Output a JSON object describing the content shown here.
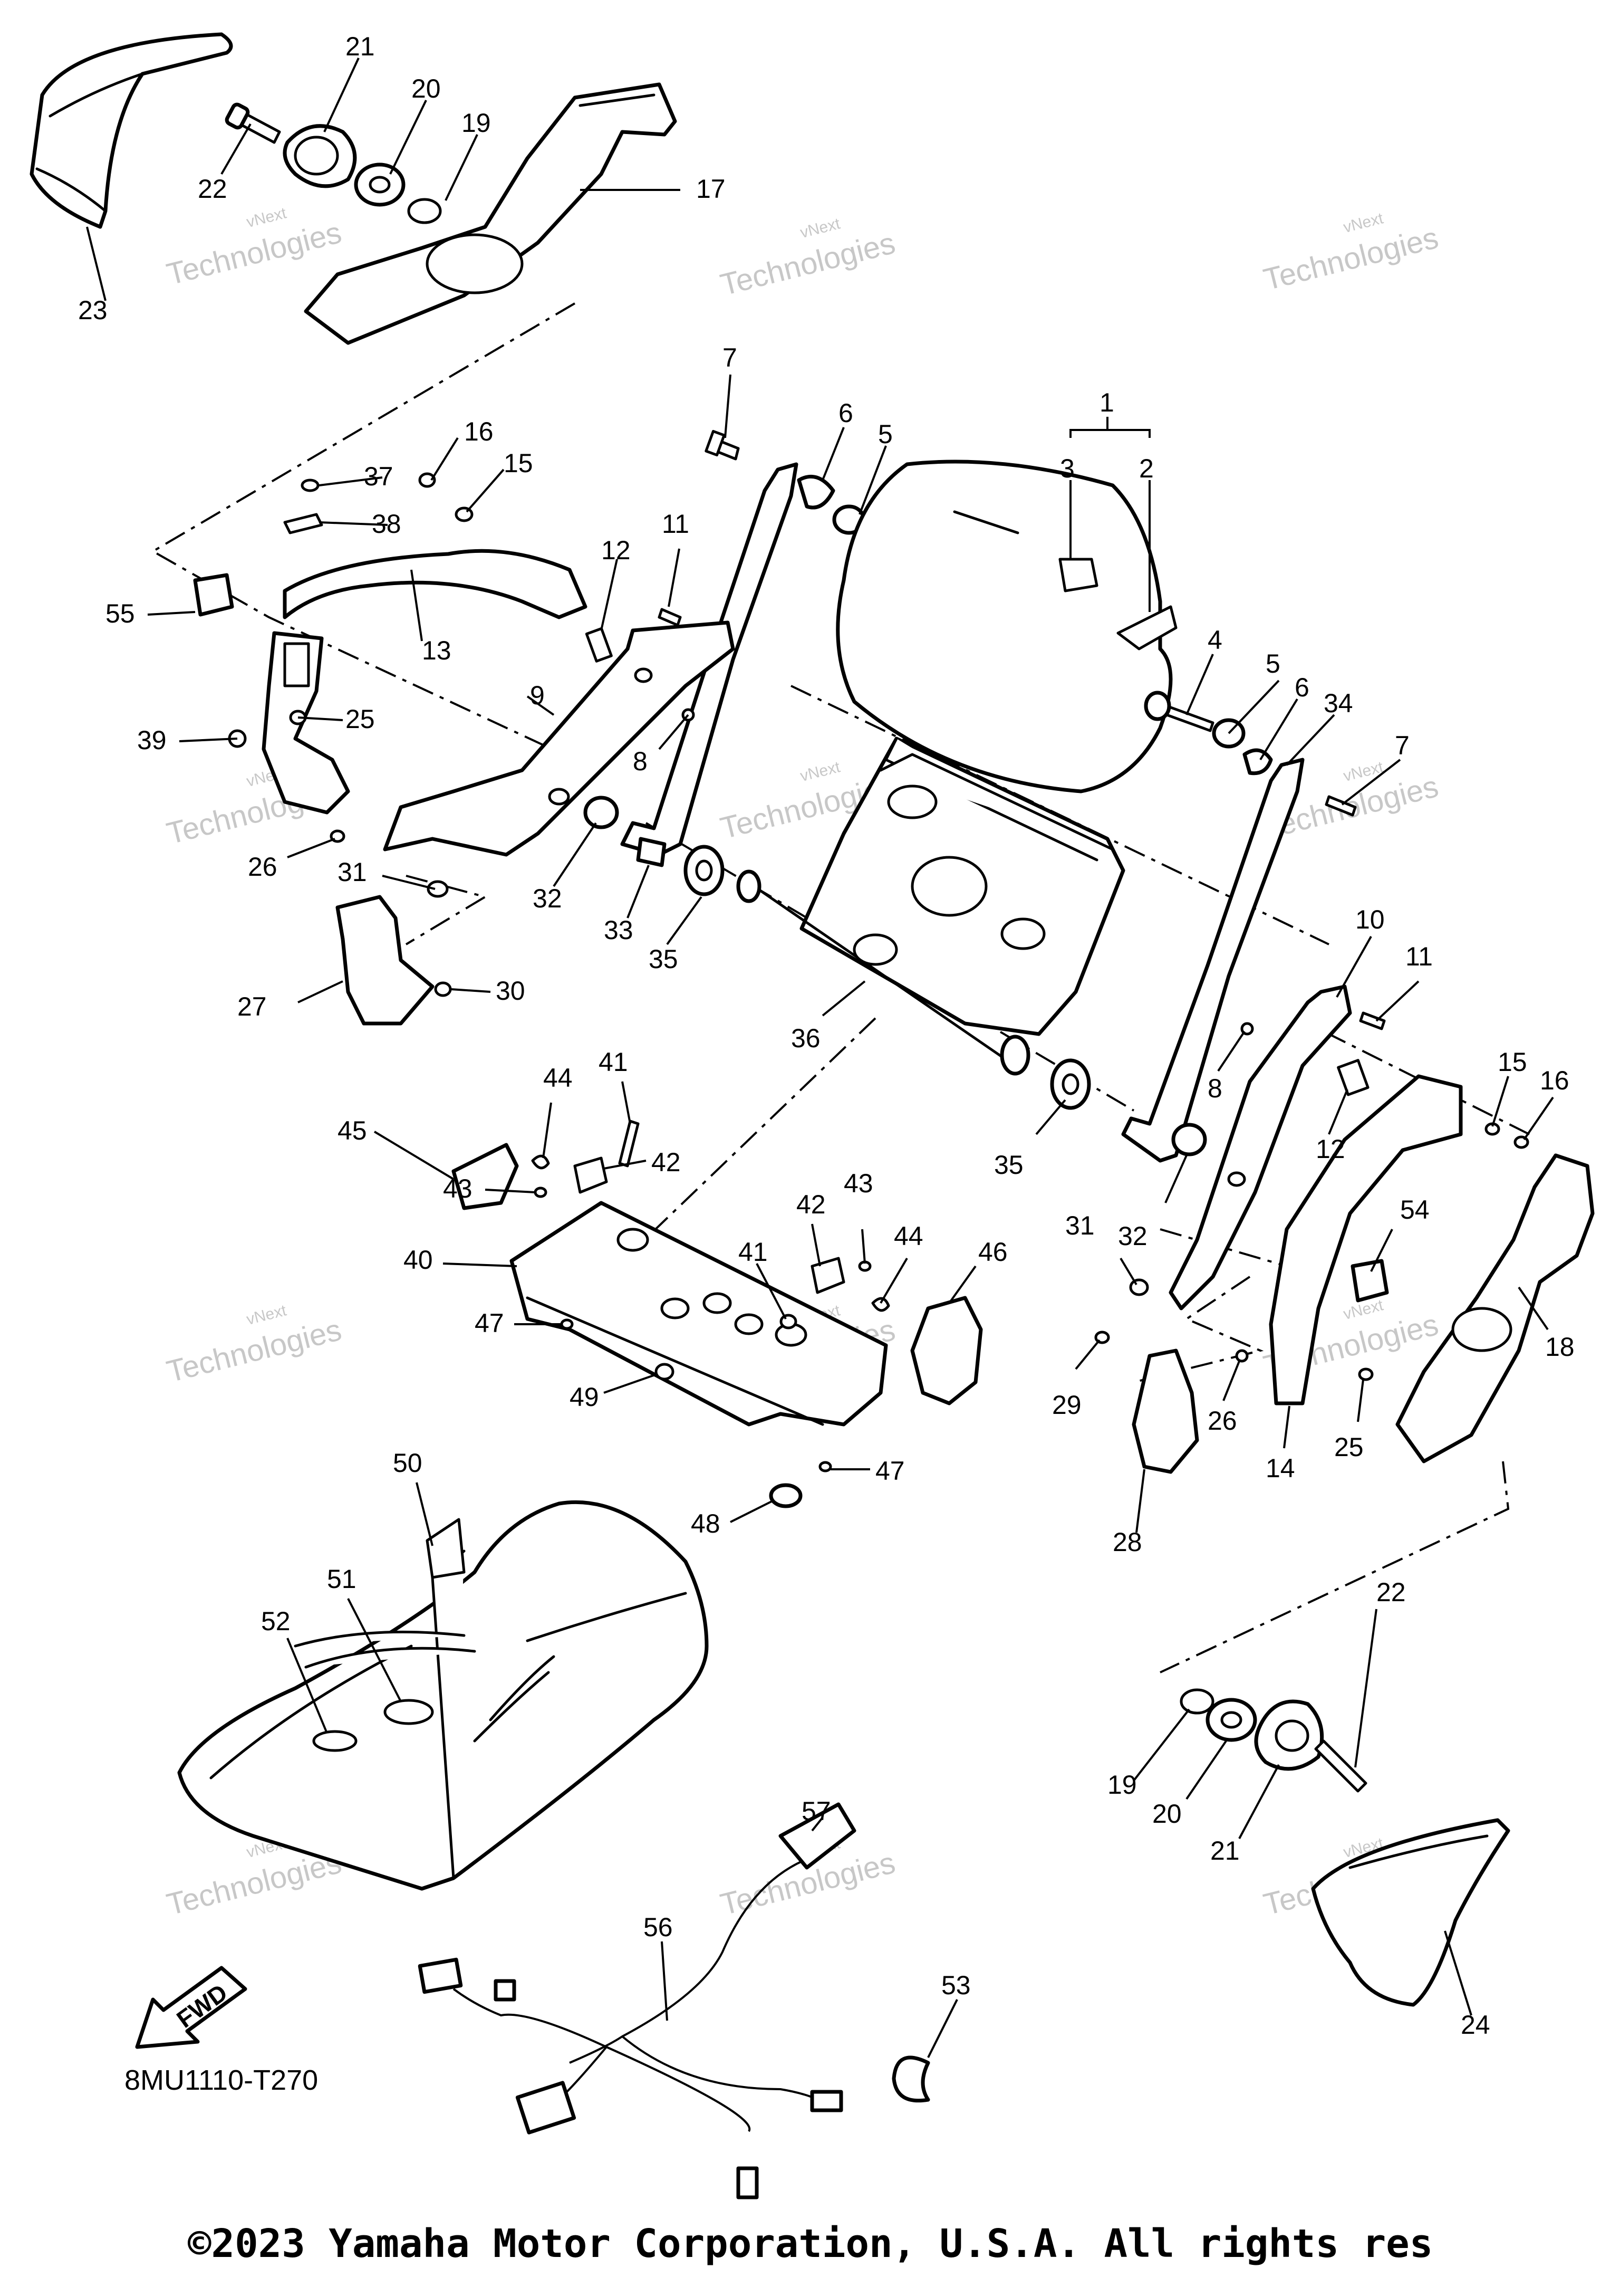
{
  "diagram": {
    "code": "8MU1110-T270",
    "copyright": "©2023 Yamaha Motor Corporation, U.S.A. All rights res",
    "fwd_label": "FWD",
    "watermark": {
      "line1": "vNext",
      "line2": "Technologies",
      "line3": "vNext Technologies"
    },
    "callouts": [
      {
        "id": "c21a",
        "label": "21"
      },
      {
        "id": "c20a",
        "label": "20"
      },
      {
        "id": "c19a",
        "label": "19"
      },
      {
        "id": "c22a",
        "label": "22"
      },
      {
        "id": "c17",
        "label": "17"
      },
      {
        "id": "c23",
        "label": "23"
      },
      {
        "id": "c7a",
        "label": "7"
      },
      {
        "id": "c6a",
        "label": "6"
      },
      {
        "id": "c5a",
        "label": "5"
      },
      {
        "id": "c1",
        "label": "1"
      },
      {
        "id": "c3",
        "label": "3"
      },
      {
        "id": "c2",
        "label": "2"
      },
      {
        "id": "c16a",
        "label": "16"
      },
      {
        "id": "c15a",
        "label": "15"
      },
      {
        "id": "c37",
        "label": "37"
      },
      {
        "id": "c38",
        "label": "38"
      },
      {
        "id": "c11a",
        "label": "11"
      },
      {
        "id": "c12a",
        "label": "12"
      },
      {
        "id": "c13",
        "label": "13"
      },
      {
        "id": "c55",
        "label": "55"
      },
      {
        "id": "c4",
        "label": "4"
      },
      {
        "id": "c5b",
        "label": "5"
      },
      {
        "id": "c6b",
        "label": "6"
      },
      {
        "id": "c34",
        "label": "34"
      },
      {
        "id": "c7b",
        "label": "7"
      },
      {
        "id": "c9",
        "label": "9"
      },
      {
        "id": "c8a",
        "label": "8"
      },
      {
        "id": "c39",
        "label": "39"
      },
      {
        "id": "c25a",
        "label": "25"
      },
      {
        "id": "c26a",
        "label": "26"
      },
      {
        "id": "c31a",
        "label": "31"
      },
      {
        "id": "c32a",
        "label": "32"
      },
      {
        "id": "c33",
        "label": "33"
      },
      {
        "id": "c35a",
        "label": "35"
      },
      {
        "id": "c27",
        "label": "27"
      },
      {
        "id": "c30",
        "label": "30"
      },
      {
        "id": "c36",
        "label": "36"
      },
      {
        "id": "c10",
        "label": "10"
      },
      {
        "id": "c11b",
        "label": "11"
      },
      {
        "id": "c8b",
        "label": "8"
      },
      {
        "id": "c15b",
        "label": "15"
      },
      {
        "id": "c16b",
        "label": "16"
      },
      {
        "id": "c12b",
        "label": "12"
      },
      {
        "id": "c35b",
        "label": "35"
      },
      {
        "id": "c45",
        "label": "45"
      },
      {
        "id": "c44a",
        "label": "44"
      },
      {
        "id": "c41a",
        "label": "41"
      },
      {
        "id": "c42a",
        "label": "42"
      },
      {
        "id": "c43a",
        "label": "43"
      },
      {
        "id": "c54",
        "label": "54"
      },
      {
        "id": "c31b",
        "label": "31"
      },
      {
        "id": "c32b",
        "label": "32"
      },
      {
        "id": "c18",
        "label": "18"
      },
      {
        "id": "c42b",
        "label": "42"
      },
      {
        "id": "c43b",
        "label": "43"
      },
      {
        "id": "c41b",
        "label": "41"
      },
      {
        "id": "c44b",
        "label": "44"
      },
      {
        "id": "c46",
        "label": "46"
      },
      {
        "id": "c40",
        "label": "40"
      },
      {
        "id": "c47a",
        "label": "47"
      },
      {
        "id": "c49",
        "label": "49"
      },
      {
        "id": "c29",
        "label": "29"
      },
      {
        "id": "c26b",
        "label": "26"
      },
      {
        "id": "c25b",
        "label": "25"
      },
      {
        "id": "c14",
        "label": "14"
      },
      {
        "id": "c47b",
        "label": "47"
      },
      {
        "id": "c48",
        "label": "48"
      },
      {
        "id": "c28",
        "label": "28"
      },
      {
        "id": "c50",
        "label": "50"
      },
      {
        "id": "c51",
        "label": "51"
      },
      {
        "id": "c52",
        "label": "52"
      },
      {
        "id": "c22b",
        "label": "22"
      },
      {
        "id": "c19b",
        "label": "19"
      },
      {
        "id": "c20b",
        "label": "20"
      },
      {
        "id": "c21b",
        "label": "21"
      },
      {
        "id": "c57",
        "label": "57"
      },
      {
        "id": "c56",
        "label": "56"
      },
      {
        "id": "c53",
        "label": "53"
      },
      {
        "id": "c24",
        "label": "24"
      }
    ]
  }
}
